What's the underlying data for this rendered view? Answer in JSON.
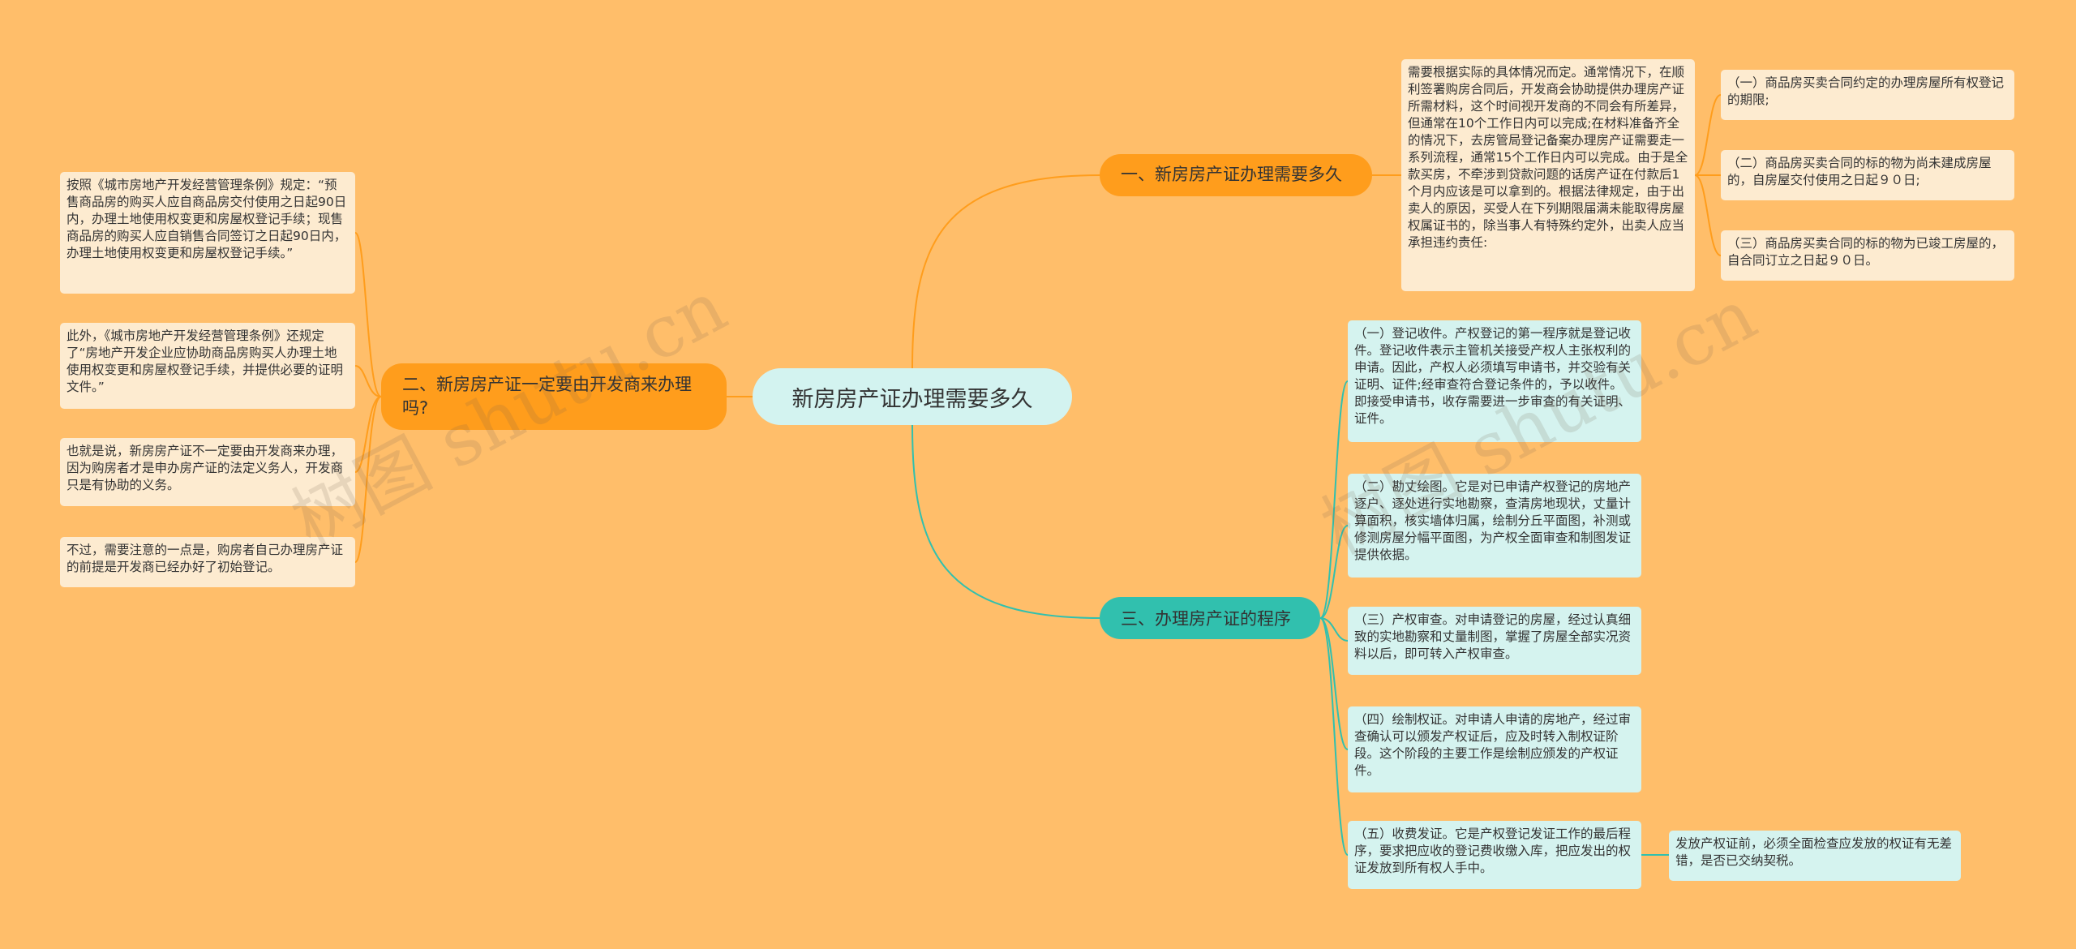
{
  "root": {
    "label": "新房房产证办理需要多久"
  },
  "branches": {
    "b1": {
      "label": "一、新房房产证办理需要多久",
      "detail": "需要根据实际的具体情况而定。通常情况下，在顺利签署购房合同后，开发商会协助提供办理房产证所需材料，这个时间视开发商的不同会有所差异，但通常在10个工作日内可以完成;在材料准备齐全的情况下，去房管局登记备案办理房产证需要走一系列流程，通常15个工作日内可以完成。由于是全款买房，不牵涉到贷款问题的话房产证在付款后1个月内应该是可以拿到的。根据法律规定，由于出卖人的原因，买受人在下列期限届满未能取得房屋权属证书的，除当事人有特殊约定外，出卖人应当承担违约责任:",
      "subitems": [
        "（一）商品房买卖合同约定的办理房屋所有权登记的期限;",
        "（二）商品房买卖合同的标的物为尚未建成房屋的，自房屋交付使用之日起９０日;",
        "（三）商品房买卖合同的标的物为已竣工房屋的，自合同订立之日起９０日。"
      ]
    },
    "b2": {
      "label": "二、新房房产证一定要由开发商来办理吗?",
      "items": [
        "按照《城市房地产开发经营管理条例》规定：“预售商品房的购买人应自商品房交付使用之日起90日内，办理土地使用权变更和房屋权登记手续；现售商品房的购买人应自销售合同签订之日起90日内，办理土地使用权变更和房屋权登记手续。”",
        "此外，《城市房地产开发经营管理条例》还规定了“房地产开发企业应协助商品房购买人办理土地使用权变更和房屋权登记手续，并提供必要的证明文件。”",
        "也就是说，新房房产证不一定要由开发商来办理，因为购房者才是申办房产证的法定义务人，开发商只是有协助的义务。",
        "不过，需要注意的一点是，购房者自己办理房产证的前提是开发商已经办好了初始登记。"
      ]
    },
    "b3": {
      "label": "三、办理房产证的程序",
      "items": [
        "（一）登记收件。产权登记的第一程序就是登记收件。登记收件表示主管机关接受产权人主张权利的申请。因此，产权人必须填写申请书，并交验有关证明、证件;经审查符合登记条件的，予以收件。即接受申请书，收存需要进一步审查的有关证明、证件。",
        "（二）勘丈绘图。它是对已申请产权登记的房地产逐户、逐处进行实地勘察，查清房地现状，丈量计算面积，核实墙体归属，绘制分丘平面图，补测或修测房屋分幅平面图，为产权全面审查和制图发证提供依据。",
        "（三）产权审查。对申请登记的房屋，经过认真细致的实地勘察和丈量制图，掌握了房屋全部实况资料以后，即可转入产权审查。",
        "（四）绘制权证。对申请人申请的房地产，经过审查确认可以颁发产权证后，应及时转入制权证阶段。这个阶段的主要工作是绘制应颁发的产权证件。",
        "（五）收费发证。它是产权登记发证工作的最后程序，要求把应收的登记费收缴入库，把应发出的权证发放到所有权人手中。"
      ],
      "extra": "发放产权证前，必须全面检查应发放的权证有无差错，是否已交纳契税。"
    }
  },
  "watermarks": [
    "树图 shutu.cn",
    "树图 shutu.cn"
  ],
  "colors": {
    "background": "#FFBE6A",
    "orange_branch": "#FF9D1C",
    "teal_branch": "#31C0AE",
    "root": "#D3F3F0",
    "leaf_peach": "#FDEBD0",
    "leaf_cyan": "#D5F3EF"
  }
}
